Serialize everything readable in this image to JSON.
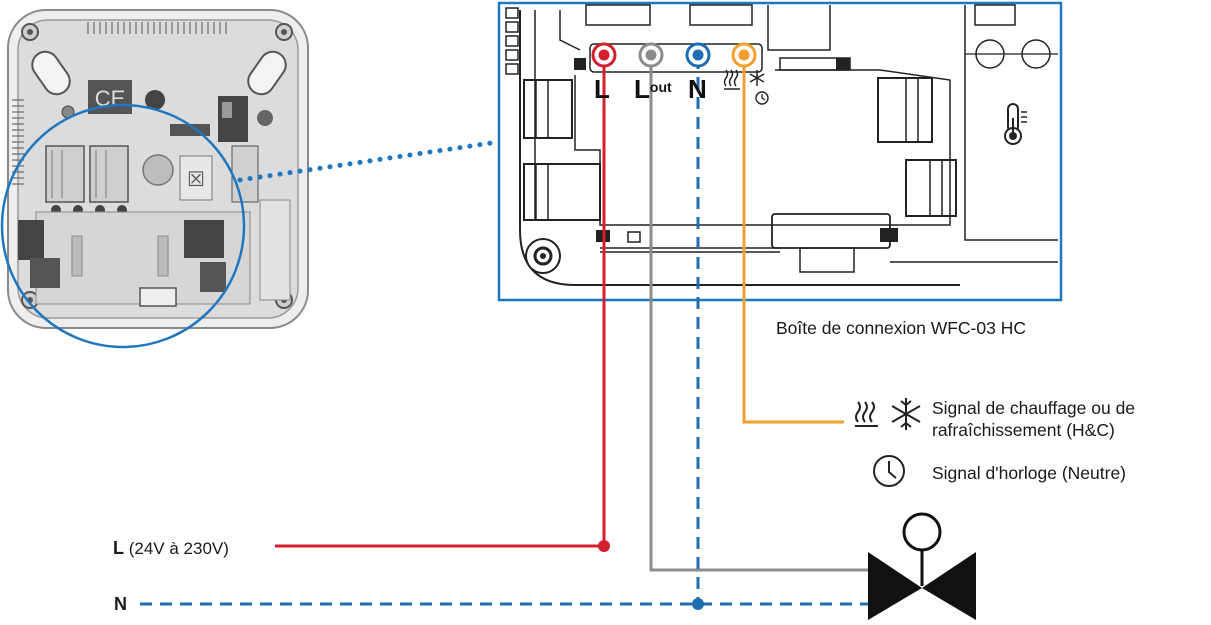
{
  "terminals": {
    "l": {
      "label": "L",
      "color": "#d3202f"
    },
    "lout": {
      "label": "L",
      "sup": "out",
      "color": "#8c8c8c"
    },
    "n": {
      "label": "N",
      "color": "#1f6db3"
    },
    "hc": {
      "label": "H&C",
      "color": "#f2a02d"
    }
  },
  "box_caption": "Boîte de connexion WFC-03 HC",
  "supply": {
    "l_label": "L",
    "l_range": "(24V à 230V)",
    "n_label": "N"
  },
  "legend": {
    "hc_text_line1": "Signal de chauffage ou de",
    "hc_text_line2": "rafraîchissement (H&C)",
    "clock_text": "Signal d'horloge (Neutre)"
  },
  "device_marks": {
    "ce_mark": "CE"
  },
  "colors": {
    "frame_blue": "#1f77c0",
    "live_red": "#d3202f",
    "neutral_blue": "#1f6db3",
    "output_gray": "#8c8c8c",
    "hc_orange": "#f2a02d",
    "valve_black": "#111111"
  }
}
